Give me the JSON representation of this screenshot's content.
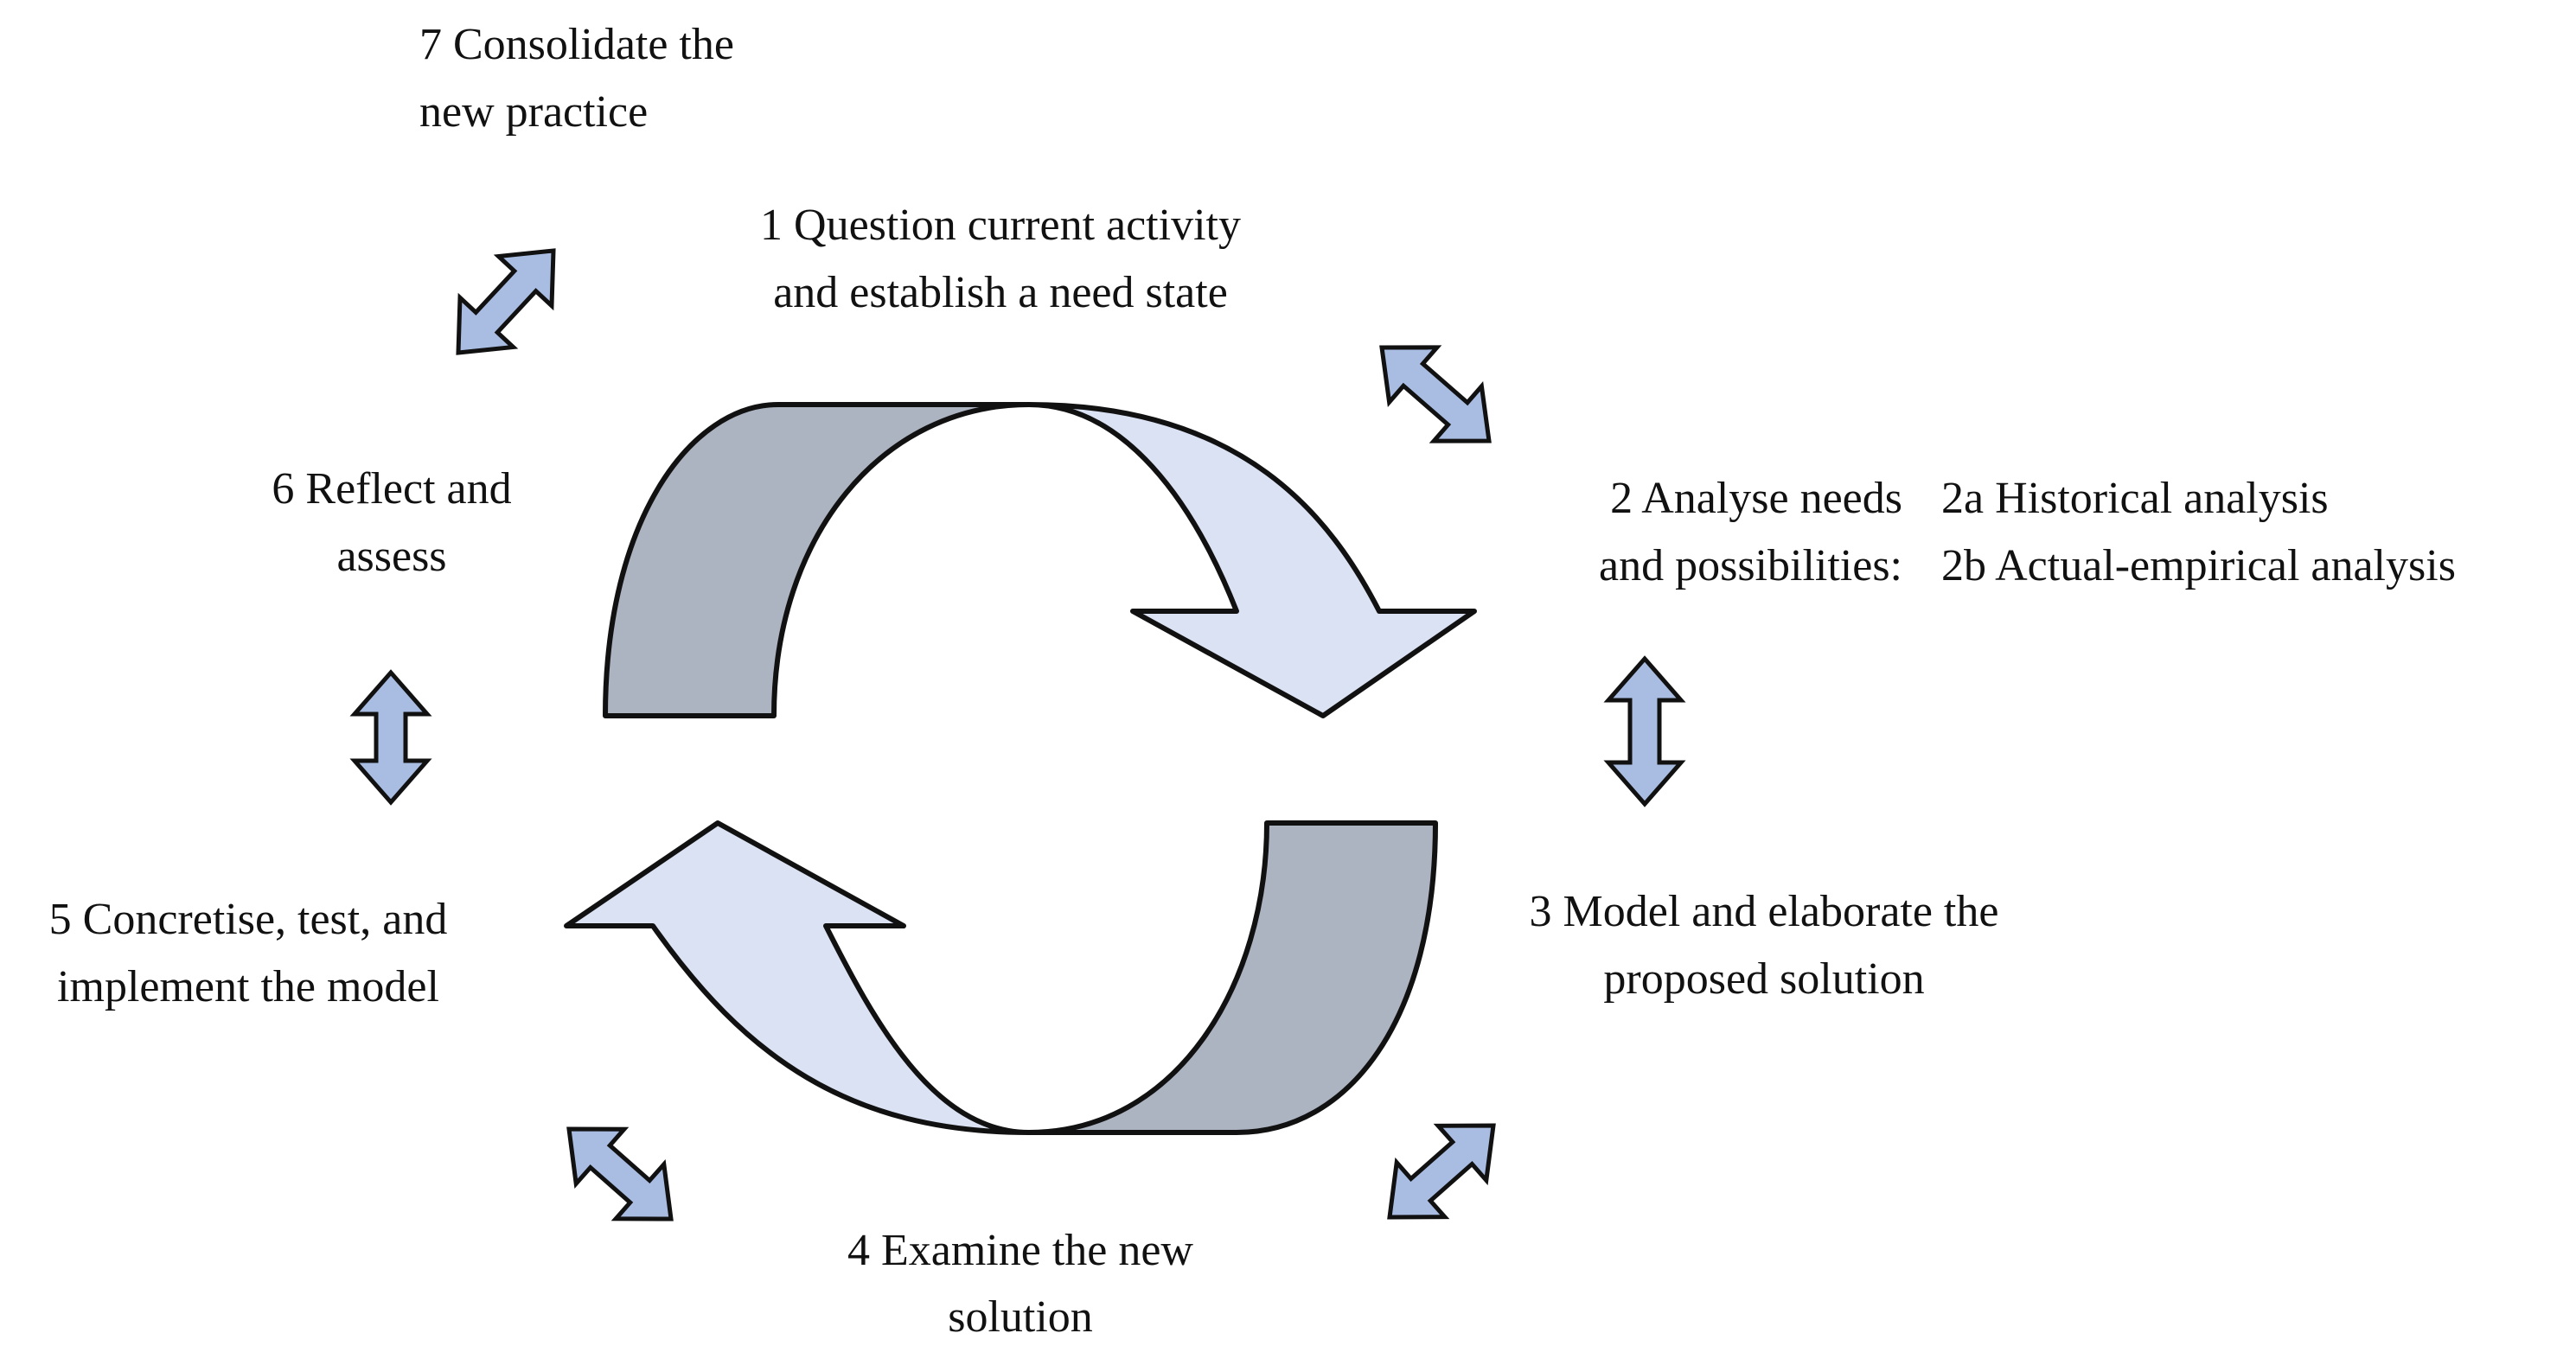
{
  "steps": {
    "s1": {
      "line1": "1 Question current activity",
      "line2": "and establish a need state"
    },
    "s2": {
      "line1": "2 Analyse needs",
      "line2": "and possibilities:"
    },
    "s2a": "2a Historical analysis",
    "s2b": "2b Actual-empirical analysis",
    "s3": {
      "line1": "3 Model and elaborate the",
      "line2": "proposed solution"
    },
    "s4": {
      "line1": "4 Examine the new",
      "line2": "solution"
    },
    "s5": {
      "line1": "5 Concretise, test, and",
      "line2": "implement the model"
    },
    "s6": {
      "line1": "6 Reflect and",
      "line2": "assess"
    },
    "s7": {
      "line1": "7 Consolidate the",
      "line2": "new practice"
    }
  },
  "colors": {
    "arrow_light": "#dae2f3",
    "arrow_dark": "#acb3c1",
    "double_arrow": "#a9bde3",
    "stroke": "#111111"
  }
}
